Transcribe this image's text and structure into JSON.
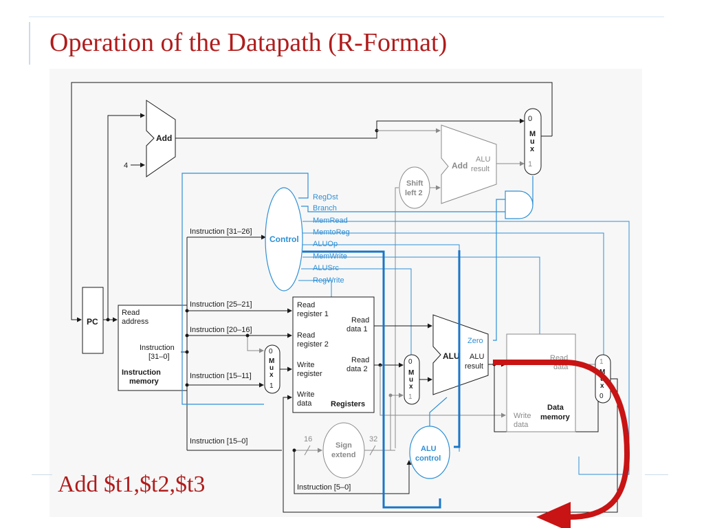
{
  "slide": {
    "title": "Operation of the Datapath (R-Format)",
    "caption": "Add $t1,$t2,$t3"
  },
  "colors": {
    "title": "#b01c1c",
    "control": "#2d8fd6",
    "active_path": "#1976c8",
    "arrow": "#c81414",
    "inactive": "#8a8a8a",
    "wire": "#1a1a1a"
  },
  "diagram": {
    "pc": "PC",
    "const_four": "4",
    "add_top": "Add",
    "add_branch": {
      "name": "Add",
      "result_line1": "ALU",
      "result_line2": "result"
    },
    "shift": {
      "line1": "Shift",
      "line2": "left 2"
    },
    "control": "Control",
    "control_signals": [
      "RegDst",
      "Branch",
      "MemRead",
      "MemtoReg",
      "ALUOp",
      "MemWrite",
      "ALUSrc",
      "RegWrite"
    ],
    "instr_mem": {
      "read_line1": "Read",
      "read_line2": "address",
      "instr_line1": "Instruction",
      "instr_line2": "[31–0]",
      "title_line1": "Instruction",
      "title_line2": "memory"
    },
    "instr_fields": {
      "f31_26": "Instruction [31–26]",
      "f25_21": "Instruction [25–21]",
      "f20_16": "Instruction [20–16]",
      "f15_11": "Instruction [15–11]",
      "f15_0": "Instruction [15–0]",
      "f5_0": "Instruction [5–0]"
    },
    "registers": {
      "rr1_line1": "Read",
      "rr1_line2": "register 1",
      "rr2_line1": "Read",
      "rr2_line2": "register 2",
      "wr_line1": "Write",
      "wr_line2": "register",
      "wd_line1": "Write",
      "wd_line2": "data",
      "rd1_line1": "Read",
      "rd1_line2": "data 1",
      "rd2_line1": "Read",
      "rd2_line2": "data 2",
      "title": "Registers"
    },
    "mux_label": {
      "zero": "0",
      "one": "1",
      "m": "M",
      "u": "u",
      "x": "x"
    },
    "alu": {
      "name": "ALU",
      "zero": "Zero",
      "result_line1": "ALU",
      "result_line2": "result"
    },
    "alu_control": {
      "line1": "ALU",
      "line2": "control"
    },
    "sign_extend": {
      "line1": "Sign",
      "line2": "extend",
      "in_bits": "16",
      "out_bits": "32"
    },
    "data_memory": {
      "read_line1": "Read",
      "read_line2": "data",
      "write_line1": "Write",
      "write_line2": "data",
      "title_line1": "Data",
      "title_line2": "memory"
    }
  }
}
